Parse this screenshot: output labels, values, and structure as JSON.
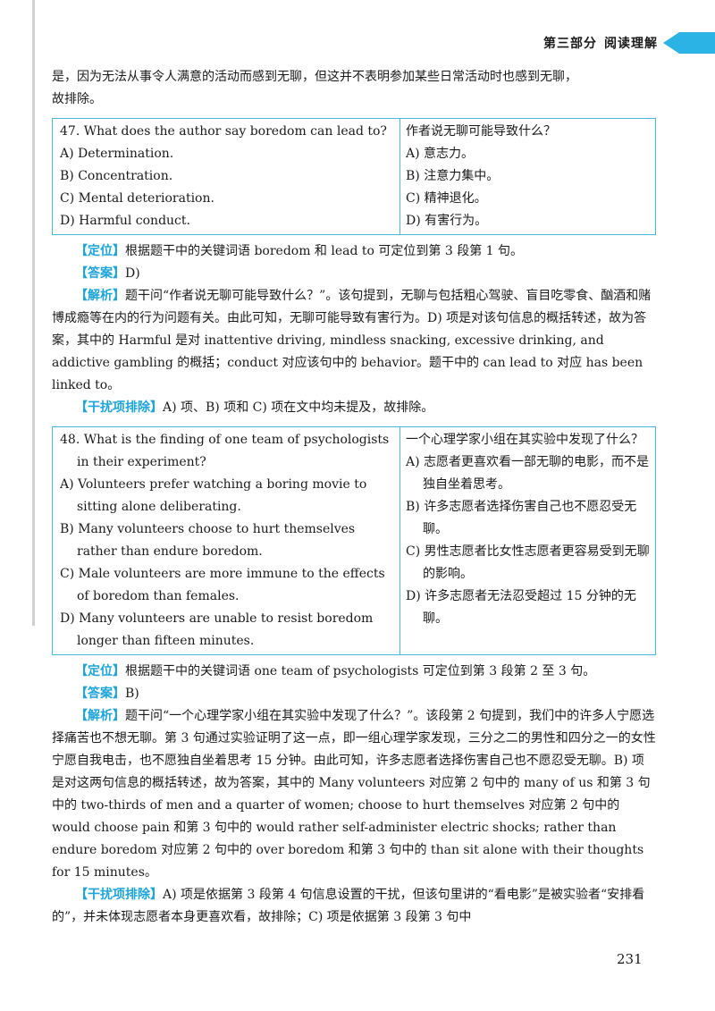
{
  "header": {
    "part": "第三部分",
    "section": "阅读理解"
  },
  "intro_lines": [
    "是，因为无法从事令人满意的活动而感到无聊，但这并不表明参加某些日常活动时也感到无聊，",
    "故排除。"
  ],
  "q47": {
    "en": [
      "47. What does the author say boredom can lead to?",
      "A) Determination.",
      "B) Concentration.",
      "C) Mental deterioration.",
      "D) Harmful conduct."
    ],
    "zh": [
      "作者说无聊可能导致什么？",
      "A) 意志力。",
      "B) 注意力集中。",
      "C) 精神退化。",
      "D) 有害行为。"
    ],
    "locate_tag": "【定位】",
    "locate": "根据题干中的关键词语 boredom 和 lead to 可定位到第 3 段第 1 句。",
    "answer_tag": "【答案】",
    "answer": "D)",
    "analysis_tag": "【解析】",
    "analysis": "题干问“作者说无聊可能导致什么？”。该句提到，无聊与包括粗心驾驶、盲目吃零食、酗酒和赌博成瘾等在内的行为问题有关。由此可知，无聊可能导致有害行为。D) 项是对该句信息的概括转述，故为答案，其中的 Harmful 是对 inattentive driving, mindless snacking, excessive drinking, and addictive gambling 的概括；conduct 对应该句中的 behavior。题干中的 can lead to 对应 has been linked to。",
    "distractor_tag": "【干扰项排除】",
    "distractor": "A) 项、B) 项和 C) 项在文中均未提及，故排除。"
  },
  "q48": {
    "en": [
      "48. What is the finding of one team of psychologists in their experiment?",
      "A) Volunteers prefer watching a boring movie to sitting alone deliberating.",
      "B) Many volunteers choose to hurt themselves rather than endure boredom.",
      "C) Male volunteers are more immune to the effects of boredom than females.",
      "D) Many volunteers are unable to resist boredom longer than fifteen minutes."
    ],
    "zh": [
      "一个心理学家小组在其实验中发现了什么？",
      "A) 志愿者更喜欢看一部无聊的电影，而不是独自坐着思考。",
      "B) 许多志愿者选择伤害自己也不愿忍受无聊。",
      "C) 男性志愿者比女性志愿者更容易受到无聊的影响。",
      "D) 许多志愿者无法忍受超过 15 分钟的无聊。"
    ],
    "locate_tag": "【定位】",
    "locate": "根据题干中的关键词语 one team of psychologists 可定位到第 3 段第 2 至 3 句。",
    "answer_tag": "【答案】",
    "answer": "B)",
    "analysis_tag": "【解析】",
    "analysis": "题干问“一个心理学家小组在其实验中发现了什么？”。该段第 2 句提到，我们中的许多人宁愿选择痛苦也不想无聊。第 3 句通过实验证明了这一点，即一组心理学家发现，三分之二的男性和四分之一的女性宁愿自我电击，也不愿独自坐着思考 15 分钟。由此可知，许多志愿者选择伤害自己也不愿忍受无聊。B) 项是对这两句信息的概括转述，故为答案，其中的 Many volunteers 对应第 2 句中的 many of us 和第 3 句中的 two-thirds of men and a quarter of women; choose to hurt themselves 对应第 2 句中的 would choose pain 和第 3 句中的 would rather self-administer electric shocks; rather than endure boredom 对应第 2 句中的 over boredom 和第 3 句中的 than sit alone with their thoughts for 15 minutes。",
    "distractor_tag": "【干扰项排除】",
    "distractor": "A) 项是依据第 3 段第 4 句信息设置的干扰，但该句里讲的“看电影”是被实验者“安排看的”，并未体现志愿者本身更喜欢看，故排除；C) 项是依据第 3 段第 3 句中"
  },
  "page_number": "231",
  "colors": {
    "accent": "#2bb3e6",
    "tag": "#1da4d8",
    "border": "#47b7dc"
  }
}
